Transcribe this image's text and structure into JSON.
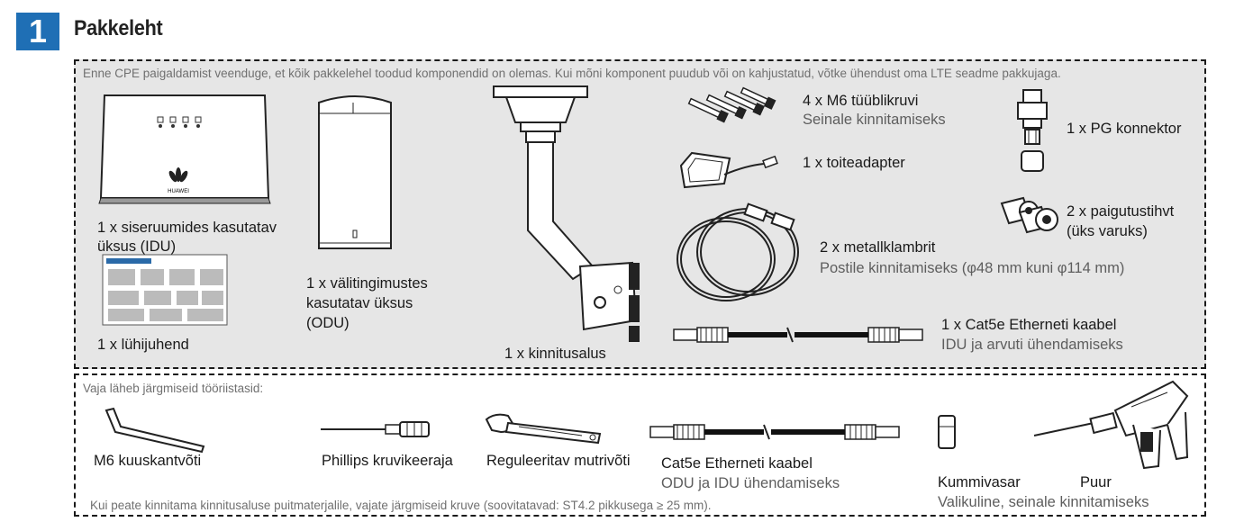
{
  "header": {
    "step_number": "1",
    "title": "Pakkeleht"
  },
  "package": {
    "note": "Enne CPE paigaldamist veenduge, et kõik pakkelehel toodud komponendid on olemas. Kui mõni komponent puudub või on kahjustatud, võtke ühendust oma LTE seadme pakkujaga.",
    "items": {
      "idu": {
        "line1": "1 x siseruumides kasutatav",
        "line2": "üksus (IDU)",
        "brand": "HUAWEI"
      },
      "guide": {
        "label": "1 x lühijuhend"
      },
      "odu": {
        "line1": "1 x välitingimustes",
        "line2": "kasutatav üksus",
        "line3": "(ODU)"
      },
      "mount": {
        "label": "1 x kinnitusalus"
      },
      "screws": {
        "line1": "4 x M6 tüüblikruvi",
        "line2": "Seinale kinnitamiseks"
      },
      "adapter": {
        "label": "1 x toiteadapter"
      },
      "pg": {
        "label": "1 x PG konnektor"
      },
      "pins": {
        "line1": "2 x paigutustihvt",
        "line2": "(üks varuks)"
      },
      "clamps": {
        "line1": "2 x metallklambrit",
        "line2": "Postile kinnitamiseks (φ48 mm kuni φ114 mm)"
      },
      "cable": {
        "line1": "1 x Cat5e Etherneti kaabel",
        "line2": "IDU ja arvuti ühendamiseks"
      }
    }
  },
  "tools": {
    "note": "Vaja läheb järgmiseid tööriistasid:",
    "items": {
      "hex_key": "M6 kuuskantvõti",
      "screwdriver": "Phillips kruvikeeraja",
      "wrench": "Reguleeritav mutrivõti",
      "cable_line1": "Cat5e Etherneti kaabel",
      "cable_line2": "ODU ja IDU ühendamiseks",
      "mallet": "Kummivasar",
      "drill": "Puur",
      "optional": "Valikuline, seinale kinnitamiseks"
    },
    "footnote": "Kui peate kinnitama kinnitusaluse puitmaterjalile, vajate järgmiseid kruve (soovitatavad: ST4.2 pikkusega ≥ 25 mm)."
  },
  "colors": {
    "badge": "#1f6fb5",
    "package_bg": "#e6e6e6",
    "border": "#1a1a1a",
    "note_text": "#707070"
  }
}
